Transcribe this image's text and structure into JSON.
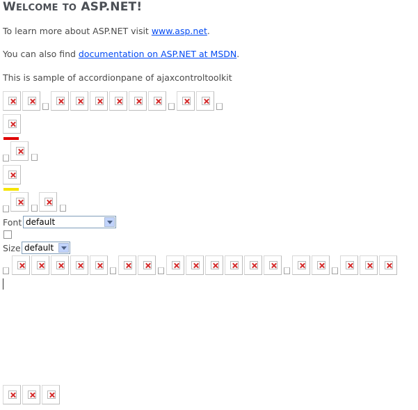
{
  "title": {
    "w": "W",
    "elcome": "ELCOME",
    "to": "TO",
    "brand": "ASP.NET!"
  },
  "intro": {
    "prefix": "To learn more about ASP.NET visit ",
    "link": "www.asp.net",
    "suffix": "."
  },
  "docs": {
    "prefix": "You can also find ",
    "link": "documentation on ASP.NET at MSDN",
    "suffix": "."
  },
  "sample_text": "This is sample of accordionpane of ajaxcontroltoolkit",
  "font": {
    "label": "Font",
    "selected": "default"
  },
  "size": {
    "label": "Size",
    "selected": "default"
  },
  "icons": {
    "broken_image": "broken-image-icon"
  },
  "colors": {
    "red_bar": "#e00000",
    "yellow_bar": "#f5e400"
  }
}
